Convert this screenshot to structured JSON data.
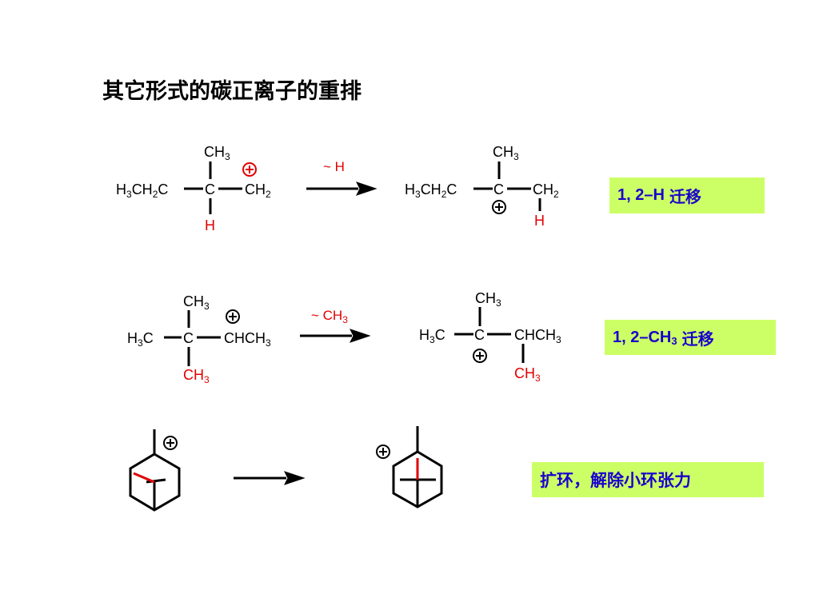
{
  "slide": {
    "title": "其它形式的碳正离子的重排"
  },
  "reaction1": {
    "reactant": {
      "top": "CH",
      "top_sub": "3",
      "left_a": "H",
      "left_sub1": "3",
      "left_b": "CH",
      "left_sub2": "2",
      "left_c": "C",
      "center": "C",
      "right": "CH",
      "right_sub": "2",
      "bottom": "H"
    },
    "reagent": "~ H",
    "product": {
      "top": "CH",
      "top_sub": "3",
      "left_a": "H",
      "left_sub1": "3",
      "left_b": "CH",
      "left_sub2": "2",
      "left_c": "C",
      "center": "C",
      "right": "CH",
      "right_sub": "2",
      "bottom": "H"
    },
    "label_main": "1, 2–H",
    "label_cjk": "迁移"
  },
  "reaction2": {
    "reactant": {
      "top": "CH",
      "top_sub": "3",
      "left": "H",
      "left_sub": "3",
      "left_c": "C",
      "center": "C",
      "right": "CHCH",
      "right_sub": "3",
      "bottom": "CH",
      "bottom_sub": "3"
    },
    "reagent": "~ CH",
    "reagent_sub": "3",
    "product": {
      "top": "CH",
      "top_sub": "3",
      "left": "H",
      "left_sub": "3",
      "left_c": "C",
      "center": "C",
      "right": "CHCH",
      "right_sub": "3",
      "bottom": "CH",
      "bottom_sub": "3"
    },
    "label_main": "1, 2–CH",
    "label_sub": "3",
    "label_cjk": "迁移"
  },
  "reaction3": {
    "label": "扩环，解除小环张力"
  },
  "colors": {
    "label_bg": "#ccff66",
    "label_text": "#1a00cc",
    "migrating": "#e00000"
  }
}
